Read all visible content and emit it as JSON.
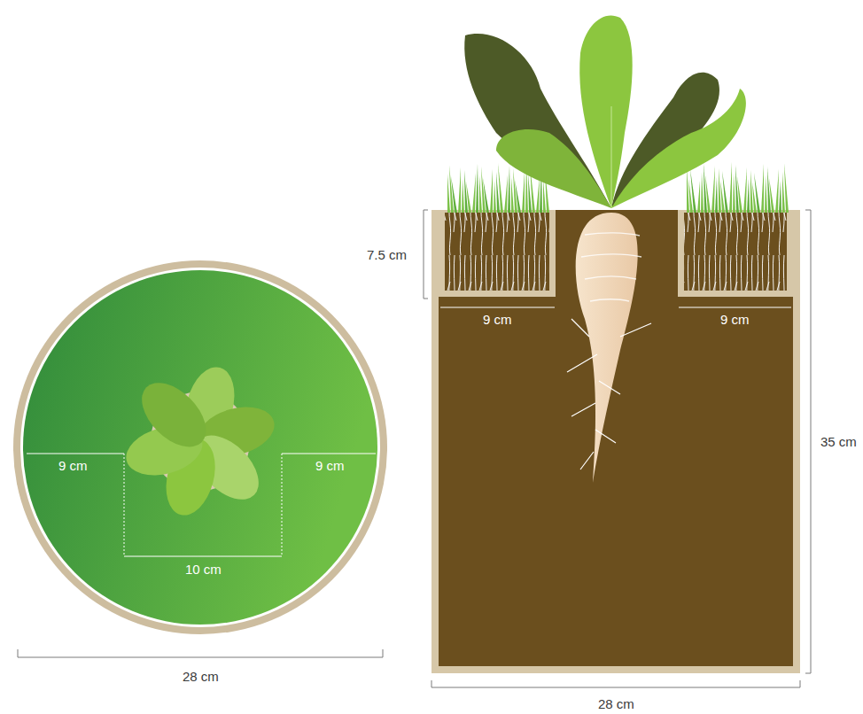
{
  "diagram": {
    "labels": [
      "9 cm",
      "9 cm",
      "10 cm",
      "28 cm",
      "7.5 cm",
      "9 cm",
      "9 cm",
      "35 cm",
      "28 cm"
    ]
  }
}
